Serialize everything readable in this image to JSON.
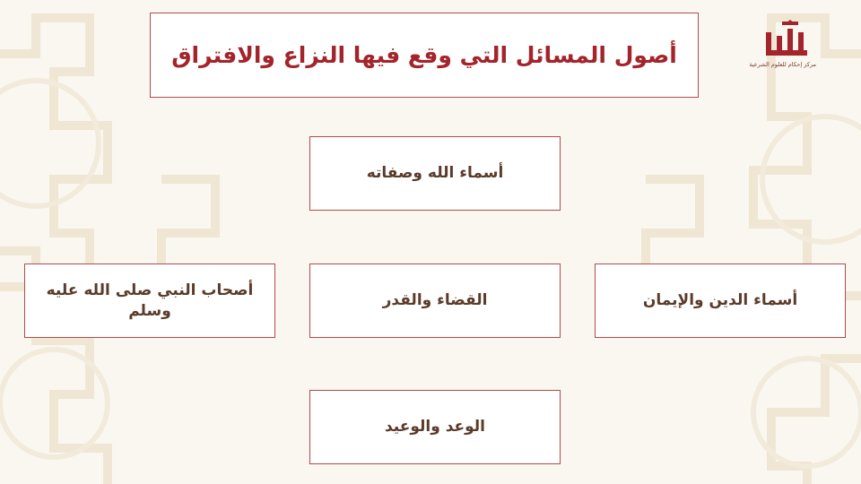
{
  "title": "أصول المسائل التي وقع فيها النزاع والافتراق",
  "topics": {
    "names_attributes": "أسماء الله وصفاته",
    "decree": "القضاء والقدر",
    "faith_names": "أسماء الدين والإيمان",
    "companions": "أصحاب النبي صلى الله عليه وسلم",
    "promise_threat": "الوعد والوعيد"
  },
  "logo": {
    "name": "إحكام",
    "subtitle": "مركز إحكام للعلوم الشرعية"
  },
  "colors": {
    "accent": "#a3242a",
    "border": "#b04a4a",
    "box_text": "#5b3b2a",
    "background": "#faf7f0"
  }
}
